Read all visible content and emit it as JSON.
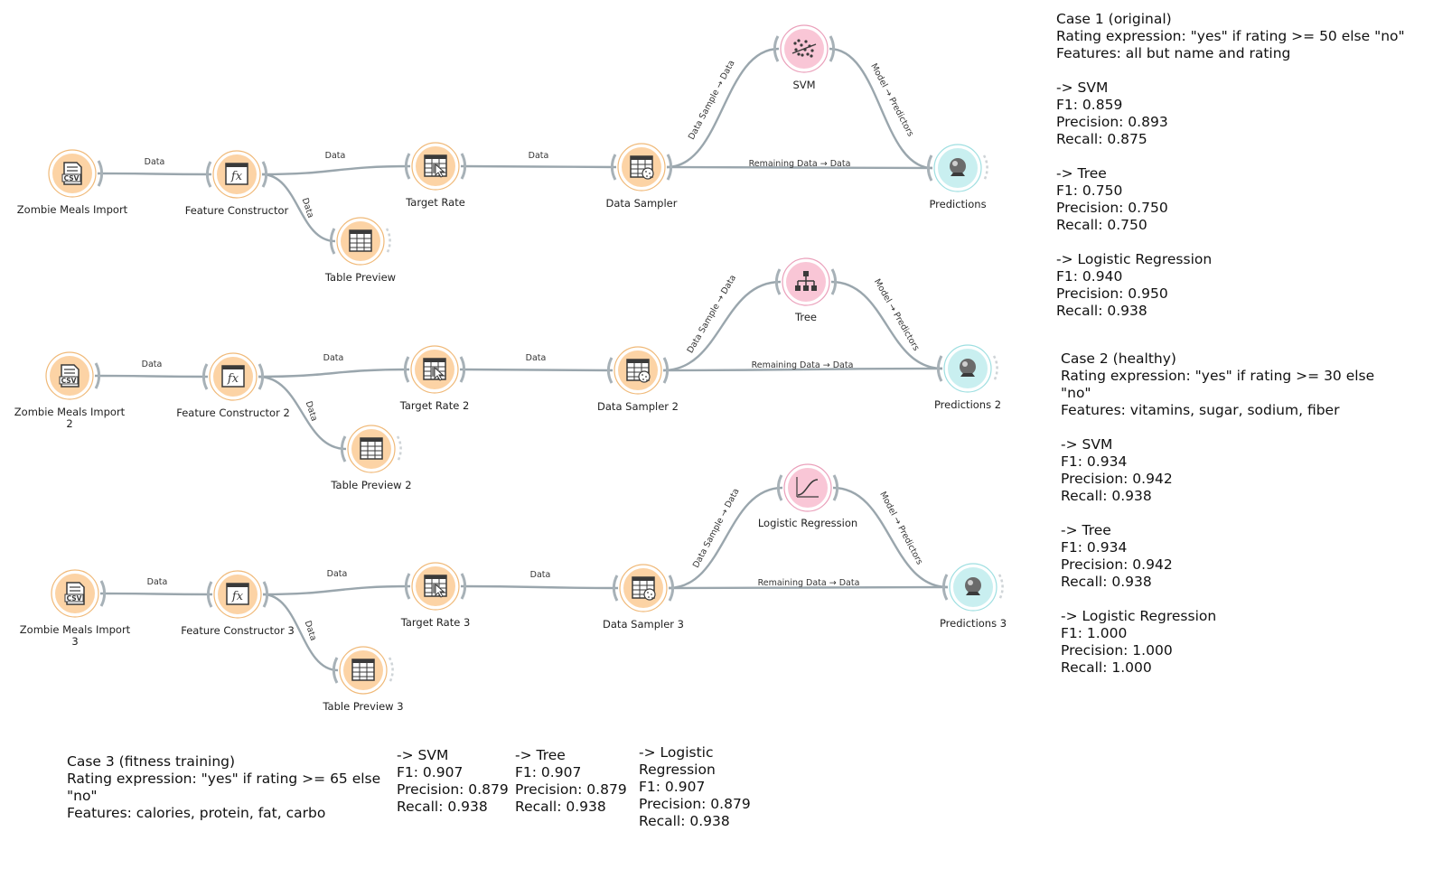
{
  "colors": {
    "data_node": "#fcd3a5",
    "data_node_ring": "#f0b978",
    "model_node": "#f9c6d6",
    "model_node_ring": "#ea9fba",
    "predict_node": "#c9eff0",
    "predict_node_ring": "#9edfe1",
    "link": "#9aa6ad",
    "icon": "#3a3a3a"
  },
  "workflows": [
    {
      "nodes": {
        "import": {
          "label": "Zombie Meals Import",
          "icon": "csv-file-icon"
        },
        "constructor": {
          "label": "Feature Constructor",
          "icon": "fx-table-icon"
        },
        "preview": {
          "label": "Table Preview",
          "icon": "table-icon"
        },
        "target": {
          "label": "Target Rate",
          "icon": "table-cursor-icon"
        },
        "sampler": {
          "label": "Data Sampler",
          "icon": "table-dice-icon"
        },
        "model": {
          "label": "SVM",
          "icon": "svm-scatter-icon"
        },
        "predictions": {
          "label": "Predictions",
          "icon": "crystal-ball-icon"
        }
      },
      "links": {
        "import_constructor": "Data",
        "constructor_target": "Data",
        "constructor_preview": "Data",
        "target_sampler": "Data",
        "sampler_model": "Data Sample → Data",
        "model_predictions": "Model → Predictors",
        "sampler_predictions": "Remaining Data → Data"
      }
    },
    {
      "nodes": {
        "import": {
          "label": "Zombie Meals Import 2",
          "label_line1": "Zombie Meals Import",
          "label_line2": "2",
          "icon": "csv-file-icon"
        },
        "constructor": {
          "label": "Feature Constructor 2",
          "icon": "fx-table-icon"
        },
        "preview": {
          "label": "Table Preview 2",
          "icon": "table-icon"
        },
        "target": {
          "label": "Target Rate 2",
          "icon": "table-cursor-icon"
        },
        "sampler": {
          "label": "Data Sampler 2",
          "icon": "table-dice-icon"
        },
        "model": {
          "label": "Tree",
          "icon": "tree-hierarchy-icon"
        },
        "predictions": {
          "label": "Predictions 2",
          "icon": "crystal-ball-icon"
        }
      },
      "links": {
        "import_constructor": "Data",
        "constructor_target": "Data",
        "constructor_preview": "Data",
        "target_sampler": "Data",
        "sampler_model": "Data Sample → Data",
        "model_predictions": "Model → Predictors",
        "sampler_predictions": "Remaining Data → Data"
      }
    },
    {
      "nodes": {
        "import": {
          "label": "Zombie Meals Import 3",
          "label_line1": "Zombie Meals Import",
          "label_line2": "3",
          "icon": "csv-file-icon"
        },
        "constructor": {
          "label": "Feature Constructor 3",
          "icon": "fx-table-icon"
        },
        "preview": {
          "label": "Table Preview 3",
          "icon": "table-icon"
        },
        "target": {
          "label": "Target Rate 3",
          "icon": "table-cursor-icon"
        },
        "sampler": {
          "label": "Data Sampler 3",
          "icon": "table-dice-icon"
        },
        "model": {
          "label": "Logistic Regression",
          "icon": "sigmoid-curve-icon"
        },
        "predictions": {
          "label": "Predictions 3",
          "icon": "crystal-ball-icon"
        }
      },
      "links": {
        "import_constructor": "Data",
        "constructor_target": "Data",
        "constructor_preview": "Data",
        "target_sampler": "Data",
        "sampler_model": "Data Sample → Data",
        "model_predictions": "Model → Predictors",
        "sampler_predictions": "Remaining Data → Data"
      }
    }
  ],
  "notes": {
    "case1": [
      "Case 1 (original)",
      "Rating expression: \"yes\" if rating >= 50 else \"no\"",
      "Features: all but name and rating",
      "",
      "-> SVM",
      "F1: 0.859",
      "Precision: 0.893",
      "Recall: 0.875",
      "",
      "-> Tree",
      "F1: 0.750",
      "Precision: 0.750",
      "Recall: 0.750",
      "",
      "-> Logistic Regression",
      "F1: 0.940",
      "Precision: 0.950",
      "Recall: 0.938"
    ],
    "case2": [
      "Case 2 (healthy)",
      "Rating expression: \"yes\" if rating >= 30 else",
      "\"no\"",
      "Features: vitamins, sugar, sodium, fiber",
      "",
      "-> SVM",
      "F1: 0.934",
      "Precision: 0.942",
      "Recall: 0.938",
      "",
      "-> Tree",
      "F1: 0.934",
      "Precision: 0.942",
      "Recall: 0.938",
      "",
      "-> Logistic Regression",
      "F1: 1.000",
      "Precision: 1.000",
      "Recall: 1.000"
    ],
    "case3": [
      "Case 3 (fitness training)",
      "Rating expression: \"yes\" if rating >= 65 else",
      "\"no\"",
      "Features: calories, protein, fat, carbo"
    ],
    "case3_svm": [
      "-> SVM",
      "F1: 0.907",
      "Precision: 0.879",
      "Recall: 0.938"
    ],
    "case3_tree": [
      "-> Tree",
      "F1: 0.907",
      "Precision: 0.879",
      "Recall: 0.938"
    ],
    "case3_logreg": [
      "-> Logistic",
      "Regression",
      "F1: 0.907",
      "Precision: 0.879",
      "Recall: 0.938"
    ]
  }
}
